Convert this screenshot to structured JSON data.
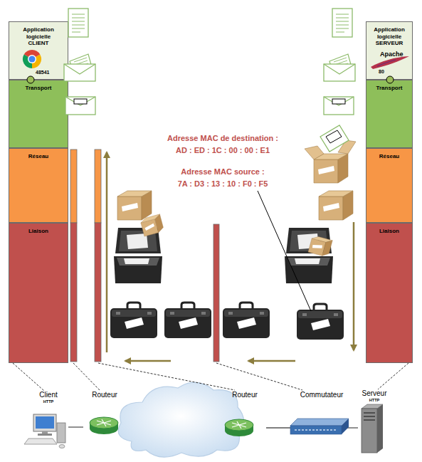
{
  "diagram": {
    "nodes": [
      {
        "text": [
          "Application logicielle CLIENT",
          "48541"
        ]
      },
      {
        "text": [
          "Transport"
        ]
      },
      {
        "text": [
          "Réseau"
        ]
      },
      {
        "text": [
          "Liaison"
        ]
      },
      {
        "text": [
          "Application logicielle SERVEUR",
          "Apache",
          "80"
        ]
      },
      {
        "text": [
          "Transport"
        ]
      },
      {
        "text": [
          "Réseau"
        ]
      },
      {
        "text": [
          "Liaison"
        ]
      },
      {
        "text": [
          "Client",
          "HTTP"
        ]
      },
      {
        "text": [
          "Routeur"
        ]
      },
      {
        "text": [
          "Routeur"
        ]
      },
      {
        "text": [
          "Commutateur"
        ]
      },
      {
        "text": [
          "Serveur",
          "HTTP"
        ]
      }
    ],
    "edges": [
      {
        "from": 3,
        "to": 8,
        "arrow": "none"
      },
      {
        "from": 7,
        "to": 12,
        "arrow": "none"
      },
      {
        "from": 8,
        "to": 9,
        "arrow": "none"
      },
      {
        "from": 9,
        "to": 10,
        "arrow": "none"
      },
      {
        "from": 10,
        "to": 11,
        "arrow": "none"
      },
      {
        "from": 11,
        "to": 12,
        "arrow": "none"
      }
    ],
    "labels": [
      "Adresse MAC de destination :",
      "AD : ED : 1C : 00 : 00 : E1",
      "Adresse MAC source :",
      "7A : D3 : 13 : 10 : F0 : F5"
    ]
  }
}
